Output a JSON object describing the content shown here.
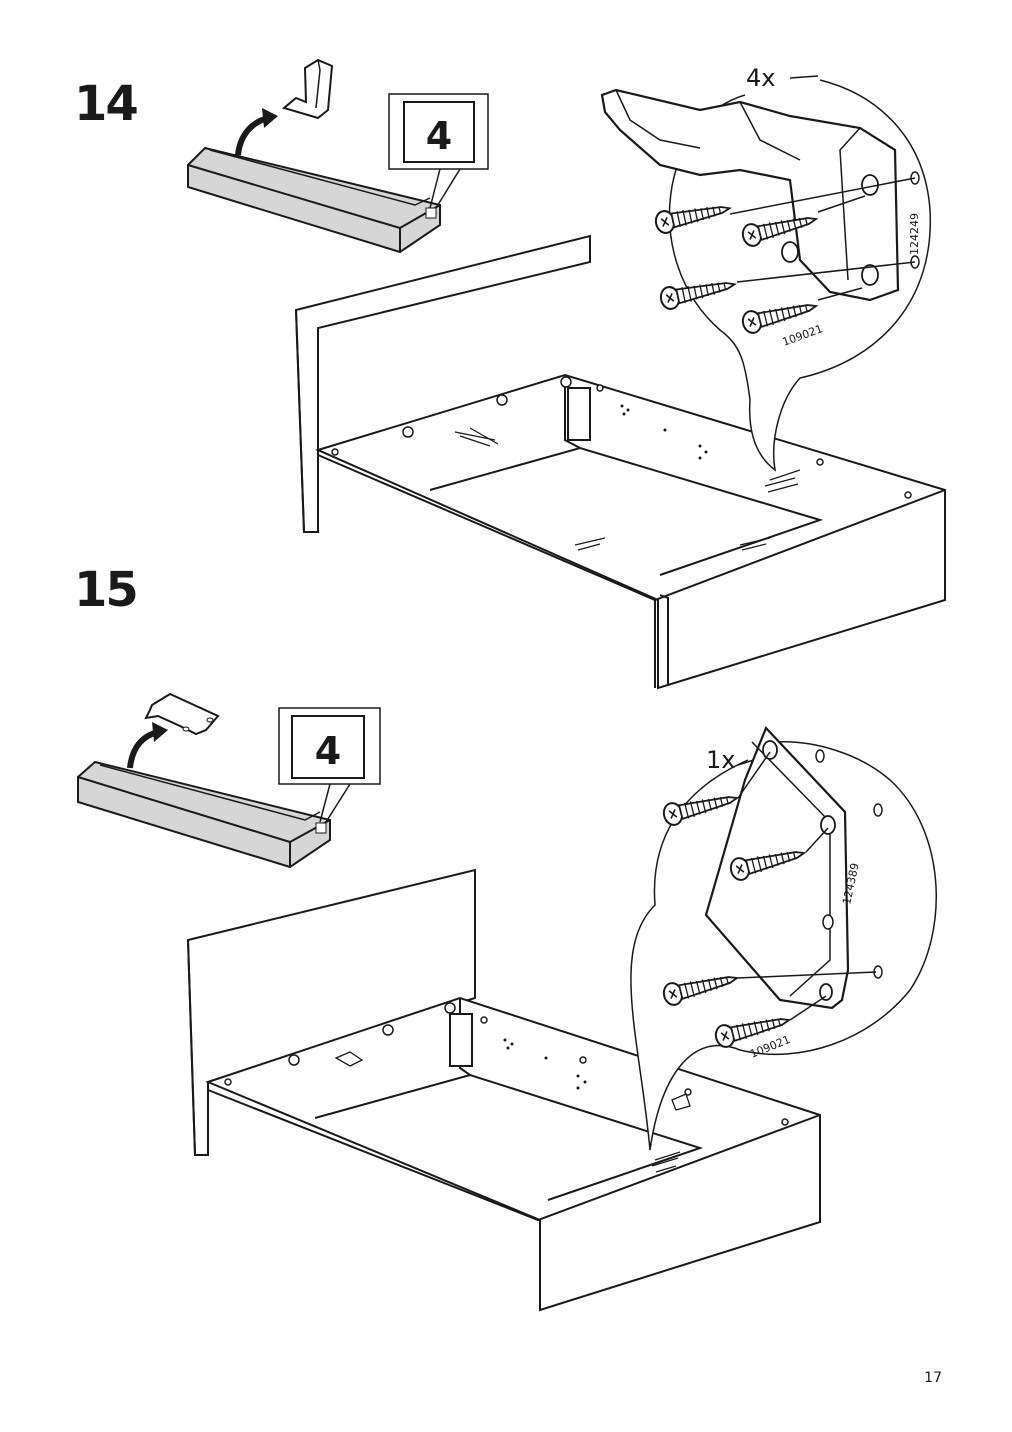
{
  "page_number": "17",
  "steps": [
    {
      "number": "14",
      "box_label": "4",
      "quantity": "4x",
      "part_codes": [
        "124249",
        "109021"
      ]
    },
    {
      "number": "15",
      "box_label": "4",
      "quantity": "1x",
      "part_codes": [
        "124389",
        "109021"
      ]
    }
  ]
}
